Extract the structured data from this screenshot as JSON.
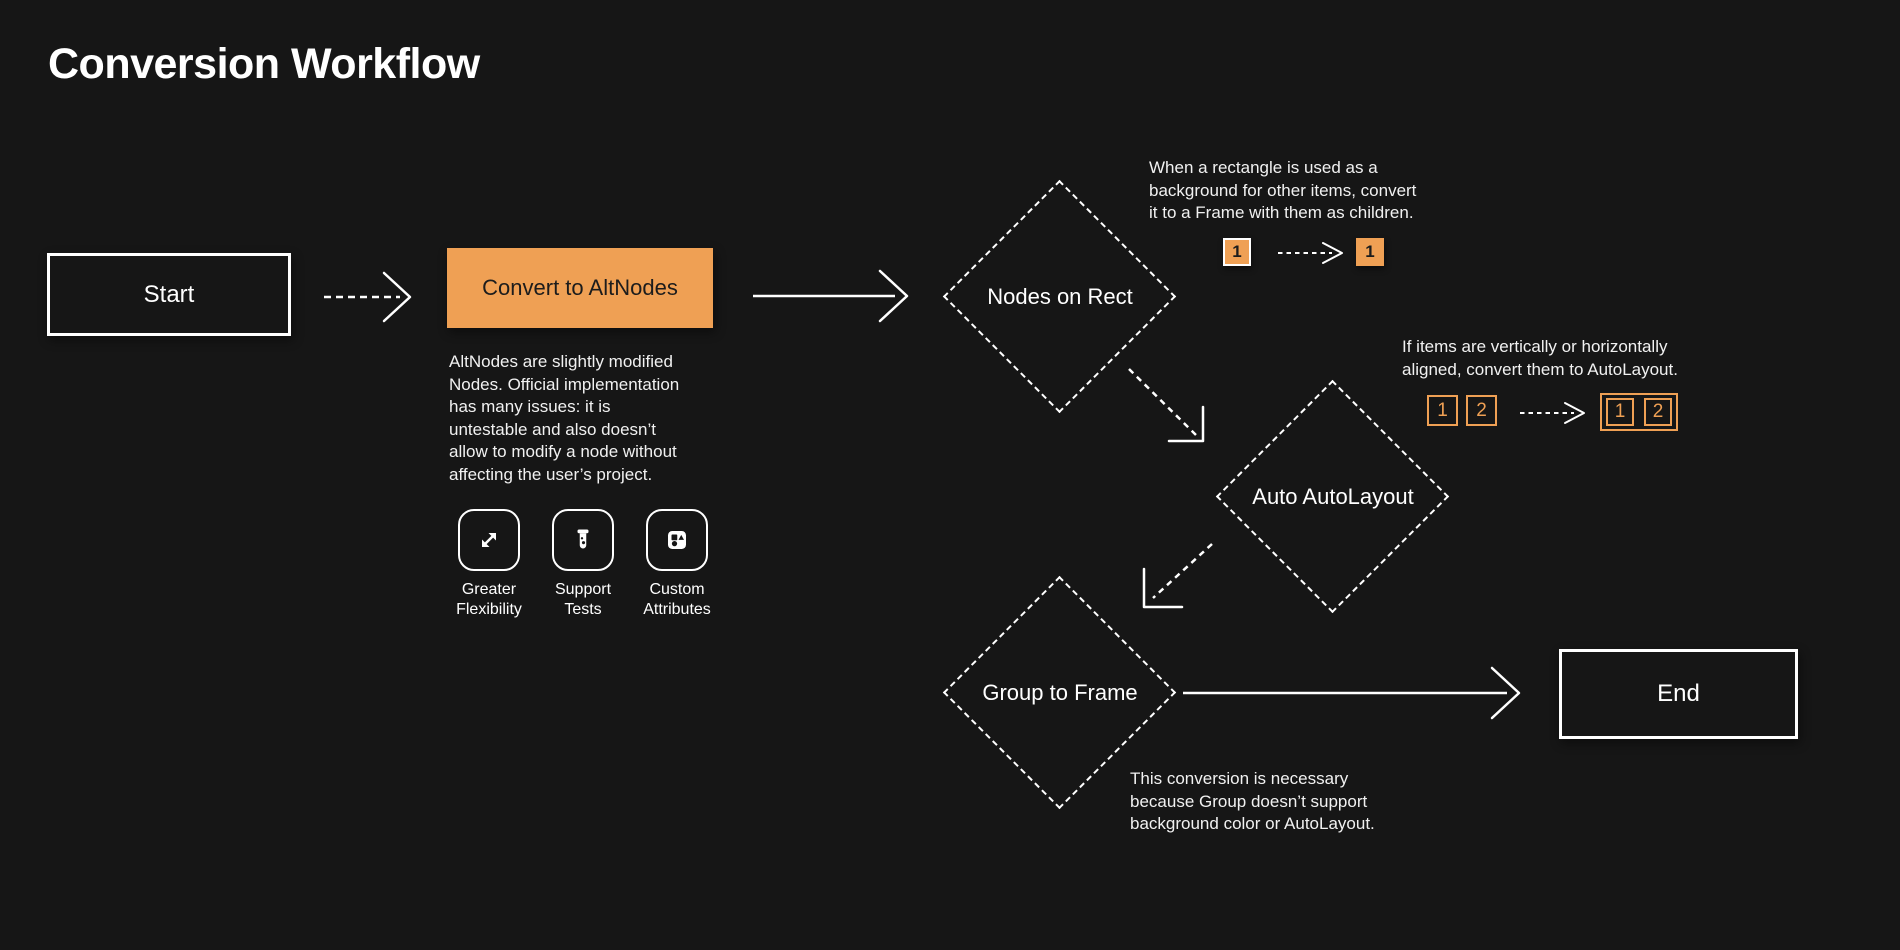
{
  "title": "Conversion Workflow",
  "colors": {
    "background": "#161616",
    "accent_orange": "#EFA054",
    "dark_text_on_orange": "#1C1C1C",
    "light_text": "#F1F1F1",
    "stroke_white": "#FFFFFF"
  },
  "nodes": {
    "start": "Start",
    "convert": "Convert to AltNodes",
    "nodes_on_rect": "Nodes on Rect",
    "auto_autolayout": "Auto AutoLayout",
    "group_to_frame": "Group to Frame",
    "end": "End"
  },
  "convert_note": "AltNodes are slightly modified\nNodes. Official implementation\nhas many issues: it is\nuntestable and also doesn’t\nallow to modify a node without\naffecting the user’s project.",
  "features": [
    {
      "icon": "expand-arrows-icon",
      "label": "Greater\nFlexibility"
    },
    {
      "icon": "test-tube-icon",
      "label": "Support\nTests"
    },
    {
      "icon": "shapes-icon",
      "label": "Custom\nAttributes"
    }
  ],
  "rect_note": "When a rectangle is used as a\nbackground for other items, convert\nit to a Frame with them as children.",
  "rect_demo": {
    "before": "1",
    "after": "1"
  },
  "autolayout_note": "If items are vertically or horizontally\naligned, convert them to AutoLayout.",
  "autolayout_demo": {
    "items": [
      "1",
      "2"
    ]
  },
  "group_note": "This conversion is necessary\nbecause Group doesn’t support\nbackground color or AutoLayout."
}
